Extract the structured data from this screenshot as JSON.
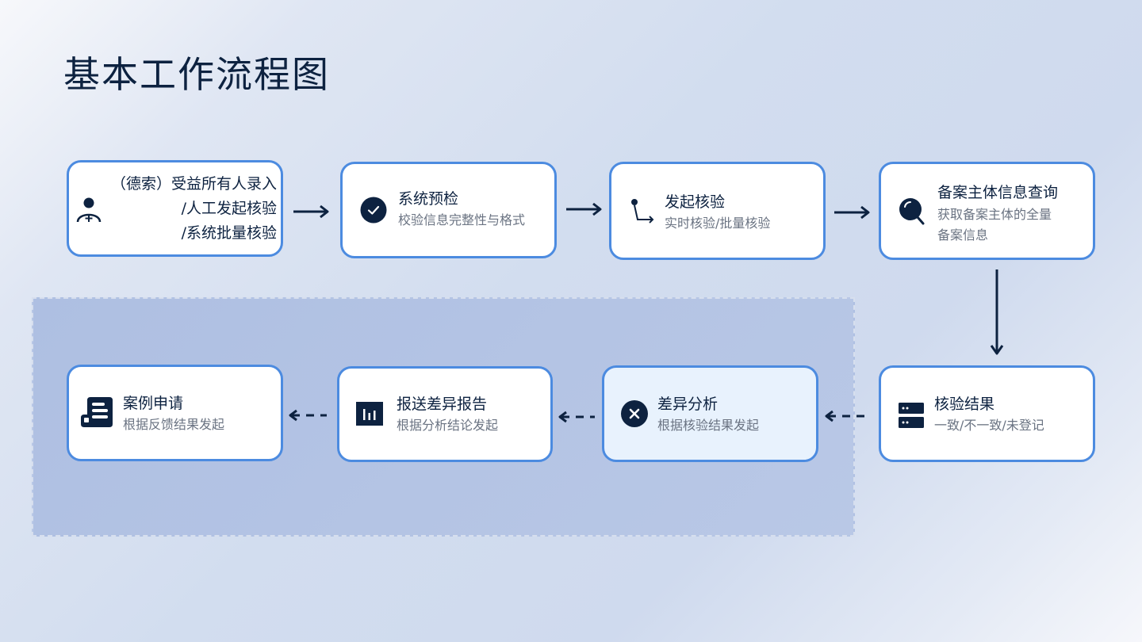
{
  "title": "基本工作流程图",
  "colors": {
    "navy": "#0d2240",
    "border": "#4c8be0",
    "card_bg": "#ffffff",
    "highlight_bg": "#e8f2fd",
    "region_bg": "#b3c4e4"
  },
  "steps": {
    "input": {
      "icon": "user-add-icon",
      "lines": [
        "（德索）受益所有人录入",
        "/人工发起核验",
        "/系统批量核验"
      ]
    },
    "precheck": {
      "icon": "check-circle-icon",
      "title": "系统预检",
      "subtitle": "校验信息完整性与格式"
    },
    "verify": {
      "icon": "route-icon",
      "title": "发起核验",
      "subtitle": "实时核验/批量核验"
    },
    "query": {
      "icon": "search-icon",
      "title": "备案主体信息查询",
      "subtitle_lines": [
        "获取备案主体的全量",
        "备案信息"
      ]
    },
    "result": {
      "icon": "server-icon",
      "title": "核验结果",
      "subtitle": "一致/不一致/未登记"
    },
    "diff": {
      "icon": "close-circle-icon",
      "title": "差异分析",
      "subtitle": "根据核验结果发起"
    },
    "report": {
      "icon": "bar-chart-icon",
      "title": "报送差异报告",
      "subtitle": "根据分析结论发起"
    },
    "case": {
      "icon": "case-form-icon",
      "title": "案例申请",
      "subtitle": "根据反馈结果发起"
    }
  }
}
